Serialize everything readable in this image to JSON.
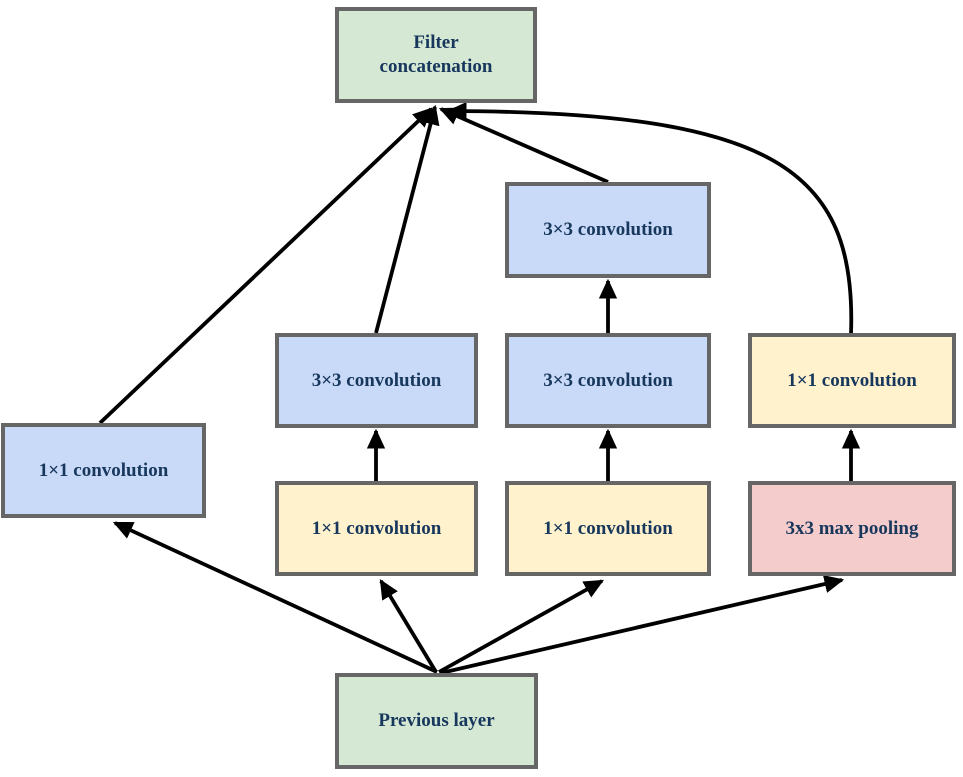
{
  "diagram": {
    "type": "flowchart",
    "description": "Inception module block diagram",
    "colors": {
      "background": "#ffffff",
      "border": "#666666",
      "text": "#17375d",
      "arrow": "#000000",
      "green_fill": "#d5e8d4",
      "blue_fill": "#c9daf8",
      "yellow_fill": "#fff2cc",
      "pink_fill": "#f4cccc"
    },
    "nodes": [
      {
        "id": "filter_concat",
        "label": "Filter concatenation",
        "fill": "#d5e8d4"
      },
      {
        "id": "conv3x3_branch3_l3",
        "label": "3×3 convolution",
        "fill": "#c9daf8"
      },
      {
        "id": "conv3x3_branch2",
        "label": "3×3 convolution",
        "fill": "#c9daf8"
      },
      {
        "id": "conv3x3_branch3_l2",
        "label": "3×3 convolution",
        "fill": "#c9daf8"
      },
      {
        "id": "conv1x1_branch4",
        "label": "1×1 convolution",
        "fill": "#fff2cc"
      },
      {
        "id": "conv1x1_branch1",
        "label": "1×1 convolution",
        "fill": "#c9daf8"
      },
      {
        "id": "conv1x1_branch2",
        "label": "1×1 convolution",
        "fill": "#fff2cc"
      },
      {
        "id": "conv1x1_branch3",
        "label": "1×1 convolution",
        "fill": "#fff2cc"
      },
      {
        "id": "maxpool_branch4",
        "label": "3x3 max pooling",
        "fill": "#f4cccc"
      },
      {
        "id": "previous_layer",
        "label": "Previous layer",
        "fill": "#d5e8d4"
      }
    ],
    "edges": [
      {
        "from": "previous_layer",
        "to": "conv1x1_branch1"
      },
      {
        "from": "previous_layer",
        "to": "conv1x1_branch2"
      },
      {
        "from": "previous_layer",
        "to": "conv1x1_branch3"
      },
      {
        "from": "previous_layer",
        "to": "maxpool_branch4"
      },
      {
        "from": "conv1x1_branch2",
        "to": "conv3x3_branch2"
      },
      {
        "from": "conv1x1_branch3",
        "to": "conv3x3_branch3_l2"
      },
      {
        "from": "conv3x3_branch3_l2",
        "to": "conv3x3_branch3_l3"
      },
      {
        "from": "maxpool_branch4",
        "to": "conv1x1_branch4"
      },
      {
        "from": "conv1x1_branch1",
        "to": "filter_concat"
      },
      {
        "from": "conv3x3_branch2",
        "to": "filter_concat"
      },
      {
        "from": "conv3x3_branch3_l3",
        "to": "filter_concat"
      },
      {
        "from": "conv1x1_branch4",
        "to": "filter_concat",
        "style": "curved"
      }
    ]
  }
}
